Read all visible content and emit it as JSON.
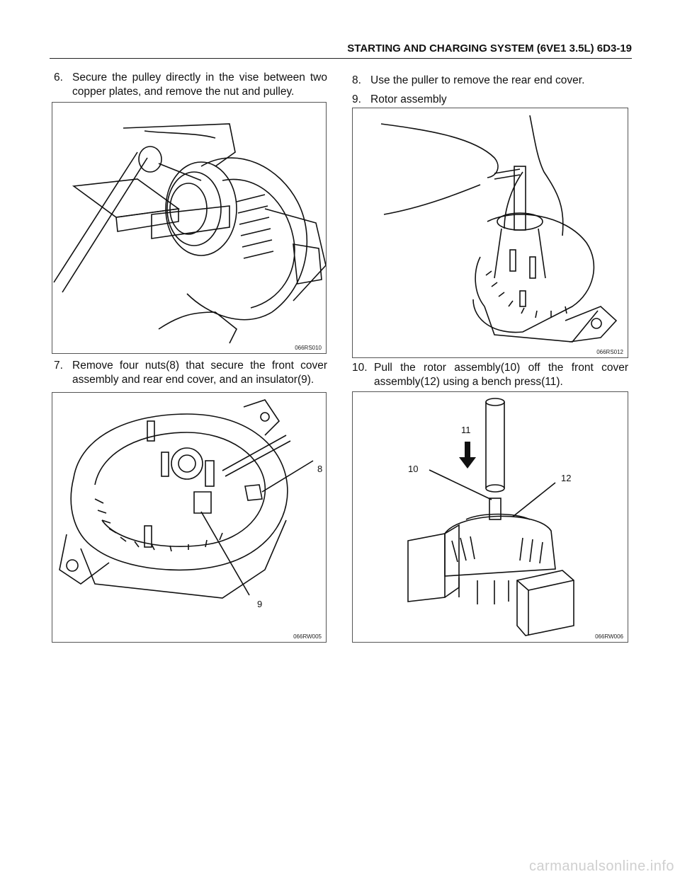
{
  "header": {
    "title": "STARTING AND CHARGING SYSTEM (6VE1 3.5L)  6D3-19"
  },
  "steps": [
    {
      "num": "6.",
      "text": "Secure the pulley directly in the vise between two copper plates, and remove the nut and pulley."
    },
    {
      "num": "7.",
      "text": "Remove four nuts(8) that secure the front cover assembly and rear end cover, and an insulator(9)."
    },
    {
      "num": "8.",
      "text": "Use the puller to remove the rear end cover."
    },
    {
      "num": "9.",
      "text": "Rotor assembly"
    },
    {
      "num": "10.",
      "text": "Pull the rotor assembly(10) off the front cover assembly(12) using a bench press(11)."
    }
  ],
  "figures": [
    {
      "code": "066RS010",
      "callouts": []
    },
    {
      "code": "066RW005",
      "callouts": [
        "8",
        "9"
      ]
    },
    {
      "code": "066RS012",
      "callouts": []
    },
    {
      "code": "066RW006",
      "callouts": [
        "11",
        "10",
        "12"
      ]
    }
  ],
  "watermark": "carmanualsonline.info"
}
